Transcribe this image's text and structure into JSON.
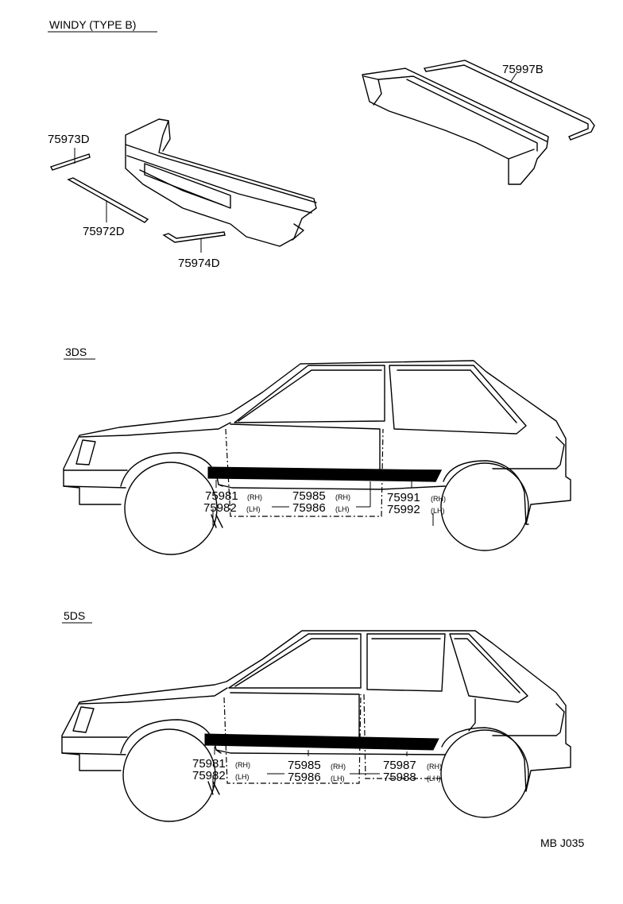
{
  "title": "WINDY  (TYPE B)",
  "spoilers": {
    "front_labels": [
      "75973D",
      "75972D",
      "75974D"
    ],
    "rear_label": "75997B"
  },
  "views": [
    {
      "name": "3DS",
      "parts": [
        {
          "number": "75981",
          "side": "(RH)"
        },
        {
          "number": "75982",
          "side": "(LH)"
        },
        {
          "number": "75985",
          "side": "(RH)"
        },
        {
          "number": "75986",
          "side": "(LH)"
        },
        {
          "number": "75991",
          "side": "(RH)"
        },
        {
          "number": "75992",
          "side": "(LH)"
        }
      ]
    },
    {
      "name": "5DS",
      "parts": [
        {
          "number": "75981",
          "side": "(RH)"
        },
        {
          "number": "75982",
          "side": "(LH)"
        },
        {
          "number": "75985",
          "side": "(RH)"
        },
        {
          "number": "75986",
          "side": "(LH)"
        },
        {
          "number": "75987",
          "side": "(RH)"
        },
        {
          "number": "75988",
          "side": "(LH)"
        }
      ]
    }
  ],
  "footer_code": "MB J035"
}
